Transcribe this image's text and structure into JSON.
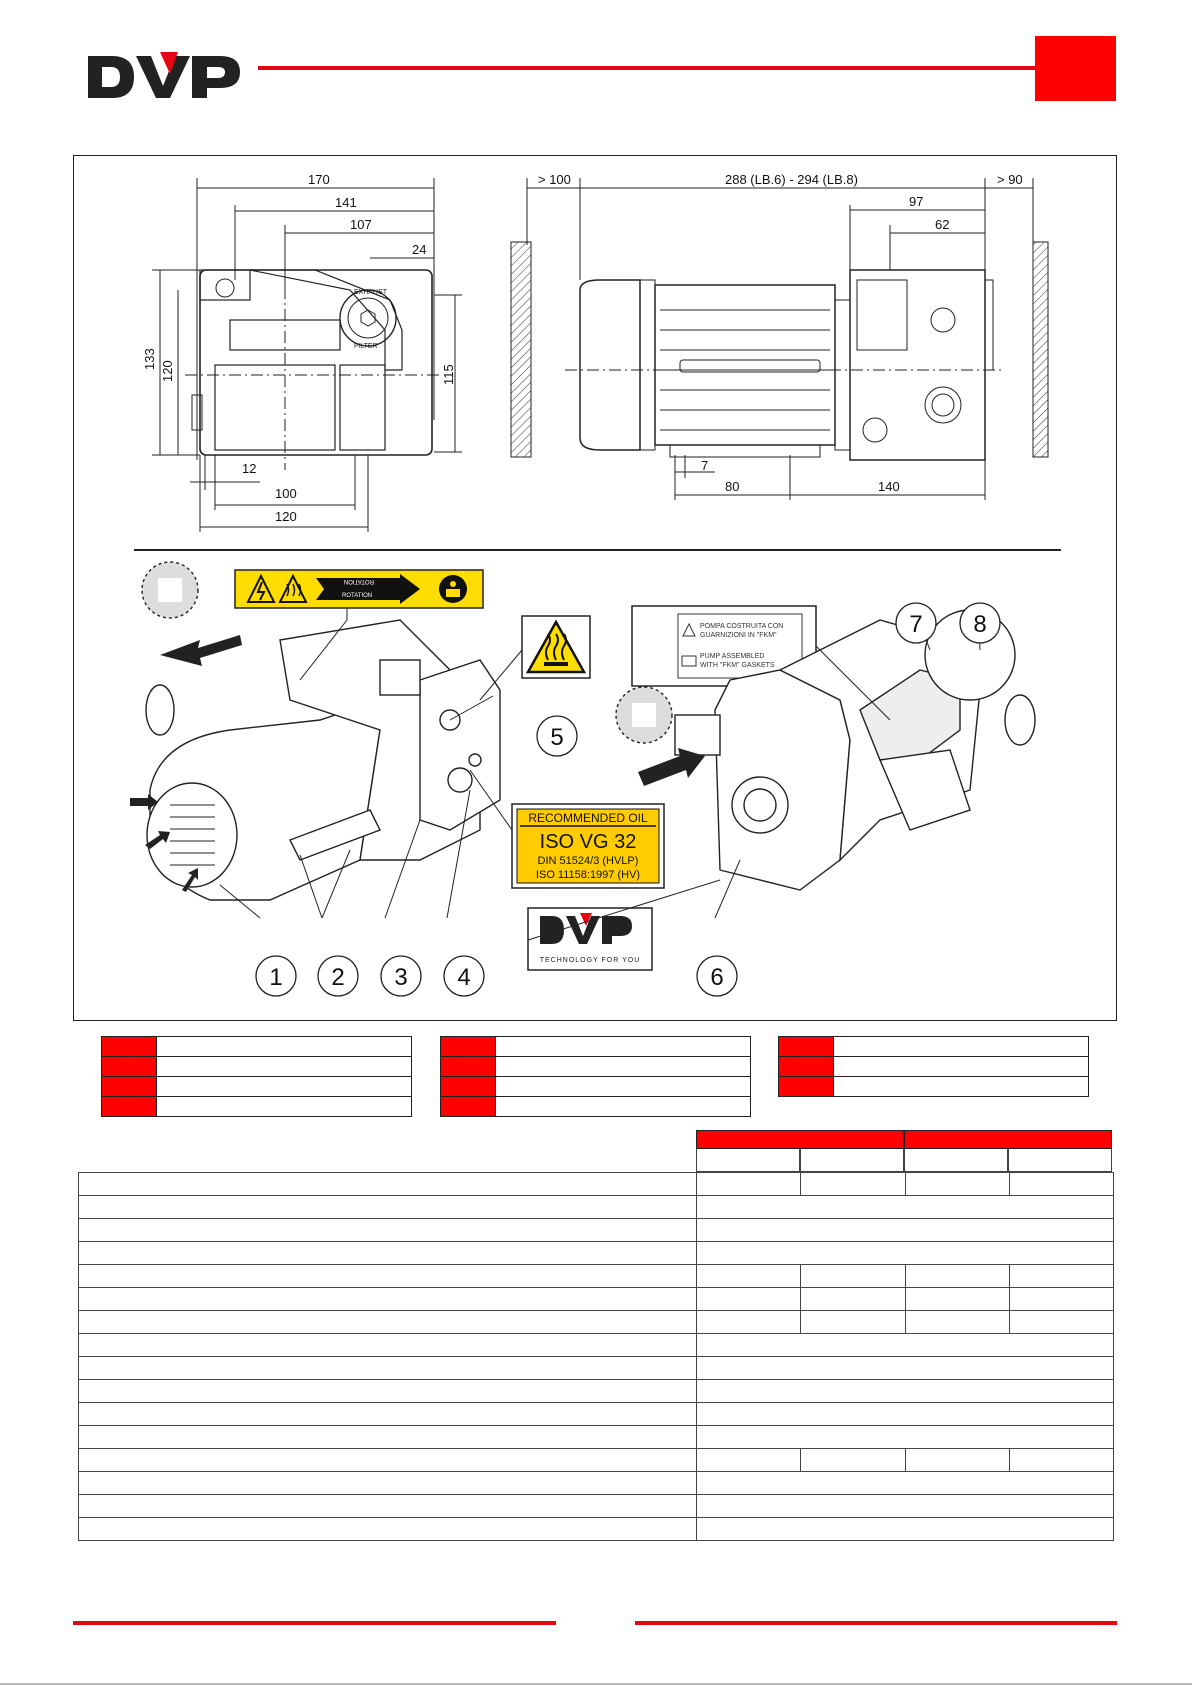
{
  "brand": {
    "logo_text": "DVP",
    "tagline": "TECHNOLOGY FOR YOU",
    "accent": "#e30613",
    "header_box_color": "#ff0000"
  },
  "drawing": {
    "front_dims": {
      "d170": "170",
      "d141": "141",
      "d107": "107",
      "d24": "24",
      "d133": "133",
      "d120v": "120",
      "d115": "115",
      "d12": "12",
      "d100": "100",
      "d120h": "120"
    },
    "side_dims": {
      "gap_left": "> 100",
      "length": "288 (LB.6) - 294 (LB.8)",
      "gap_right": "> 90",
      "d97": "97",
      "d62": "62",
      "d7": "7",
      "d80": "80",
      "d140": "140"
    },
    "filter_text": {
      "top": "EXHAUST",
      "bottom": "FILTER"
    },
    "rotation_label": "ROTATION",
    "oil_label": {
      "line1": "RECOMMENDED OIL",
      "line2": "ISO VG 32",
      "line3": "DIN 51524/3 (HVLP)",
      "line4": "ISO 11158:1997 (HV)"
    },
    "gasket_label": {
      "it1": "POMPA COSTRUITA CON",
      "it2": "GUARNIZIONI IN \"FKM\"",
      "en1": "PUMP ASSEMBLED",
      "en2": "WITH \"FKM\" GASKETS"
    },
    "callouts": [
      "1",
      "2",
      "3",
      "4",
      "5",
      "6",
      "7",
      "8"
    ]
  },
  "legend": {
    "table1_rows": 4,
    "table2_rows": 4,
    "table3_rows": 3
  },
  "spec_table": {
    "row_types": [
      "c4",
      "wide",
      "wide",
      "wide",
      "c4",
      "c4",
      "c4",
      "wide",
      "wide",
      "wide",
      "wide",
      "wide",
      "c4",
      "wide",
      "wide",
      "wide"
    ]
  }
}
